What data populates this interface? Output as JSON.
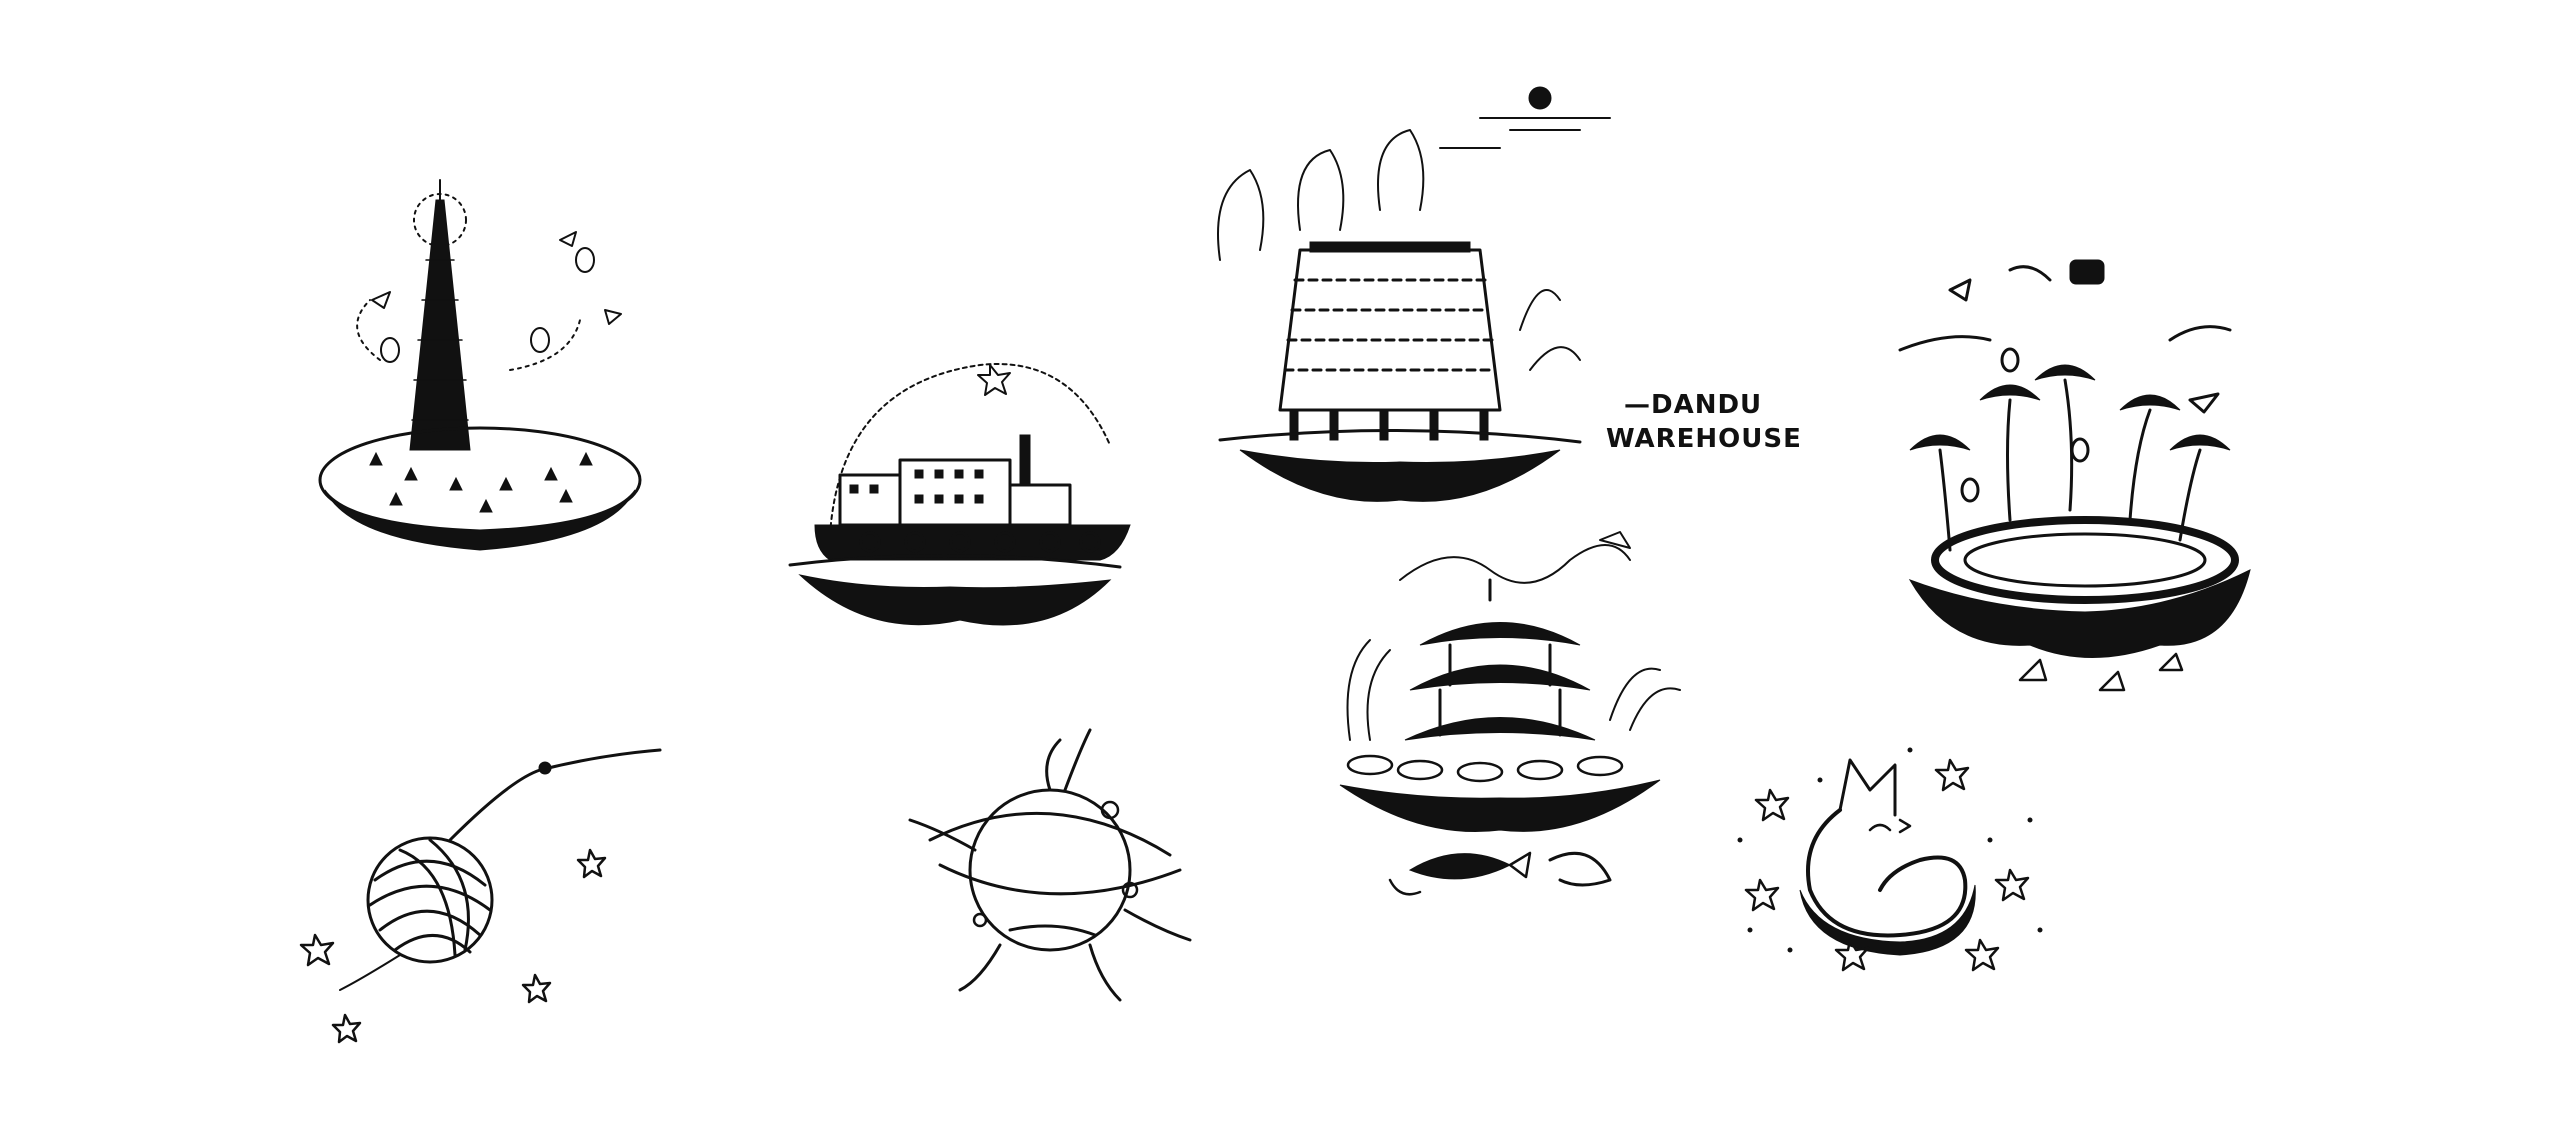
{
  "caption": {
    "line1": "—DANDU",
    "line2": "WAREHOUSE"
  },
  "colors": {
    "background": "#ffffff",
    "ink": "#111111"
  },
  "illustrations": [
    {
      "id": "tower-island",
      "icon": "tower-island-sketch"
    },
    {
      "id": "ship-dome-island",
      "icon": "ship-island-sketch"
    },
    {
      "id": "pagoda-waterfall-island",
      "icon": "waterfall-building-island-sketch"
    },
    {
      "id": "chinese-pavilion-island",
      "icon": "pavilion-island-sketch"
    },
    {
      "id": "palm-ring-island",
      "icon": "palm-island-sketch"
    },
    {
      "id": "yarn-ball",
      "icon": "yarn-ball-sketch"
    },
    {
      "id": "planet-creature",
      "icon": "planet-creature-sketch"
    },
    {
      "id": "cat-stars",
      "icon": "sleeping-cat-sketch"
    }
  ]
}
